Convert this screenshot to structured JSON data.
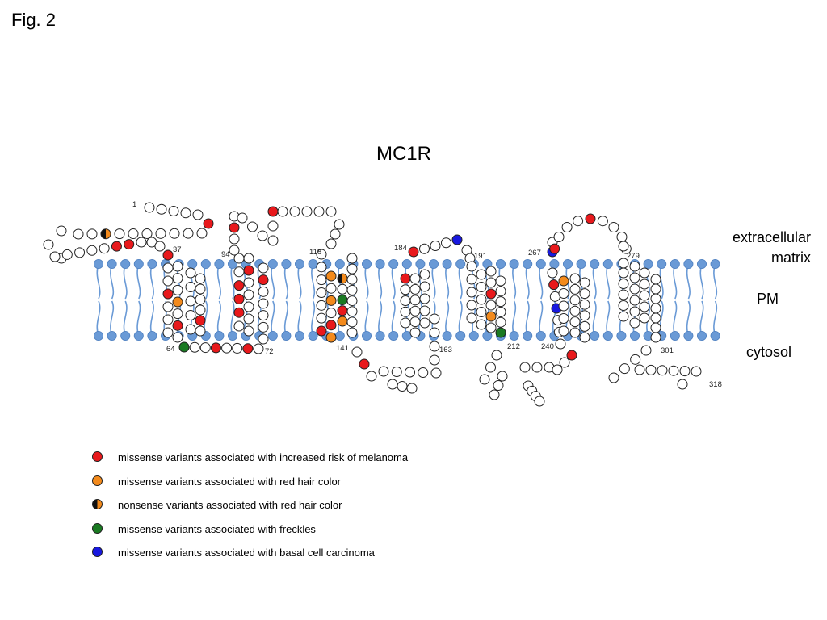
{
  "figure_label": "Fig. 2",
  "title": "MC1R",
  "regions": {
    "extracellular": "extracellular matrix",
    "membrane": "PM",
    "cytosol": "cytosol"
  },
  "residue_labels": [
    "1",
    "37",
    "64",
    "72",
    "94",
    "118",
    "141",
    "163",
    "184",
    "191",
    "212",
    "240",
    "267",
    "279",
    "301",
    "318"
  ],
  "colors": {
    "melanoma": "#e8191c",
    "red_hair": "#f38a1c",
    "nonsense": "#f38a1c",
    "freckles": "#1a7a22",
    "bcc": "#1818e0",
    "membrane": "#6a9ad6"
  },
  "legend": [
    {
      "label": "missense variants associated with increased risk of melanoma",
      "color": "#e8191c",
      "kind": "solid"
    },
    {
      "label": "missense variants associated with red hair color",
      "color": "#f38a1c",
      "kind": "solid"
    },
    {
      "label": "nonsense variants associated with red hair color",
      "color": "#f38a1c",
      "kind": "half"
    },
    {
      "label": "missense variants associated with freckles",
      "color": "#1a7a22",
      "kind": "solid"
    },
    {
      "label": "missense variants associated with basal cell carcinoma",
      "color": "#1818e0",
      "kind": "solid"
    }
  ]
}
